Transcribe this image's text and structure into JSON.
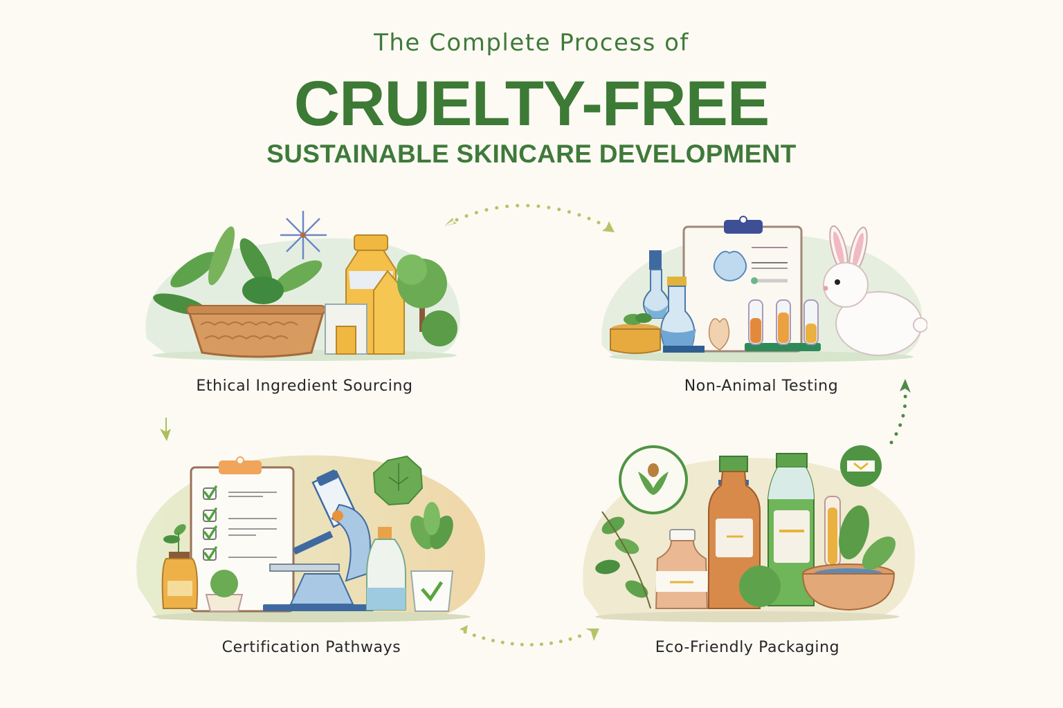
{
  "header": {
    "pretitle": "The Complete Process of",
    "title": "CRUELTY-FREE",
    "subtitle": "SUSTAINABLE SKINCARE DEVELOPMENT"
  },
  "colors": {
    "background": "#fdfaf4",
    "title_green": "#3c7a35",
    "label_text": "#262626",
    "connector_light": "#b5c46a",
    "connector_dark": "#4d8a46"
  },
  "steps": [
    {
      "label": "Ethical Ingredient Sourcing",
      "illustration": "basket-of-leaves-with-bottles-and-trees"
    },
    {
      "label": "Non-Animal Testing",
      "illustration": "clipboard-lab-flasks-test-tubes-and-rabbit"
    },
    {
      "label": "Certification Pathways",
      "illustration": "checklist-clipboard-microscope-and-plants"
    },
    {
      "label": "Eco-Friendly Packaging",
      "illustration": "amber-and-green-bottles-with-eco-badges"
    }
  ],
  "connectors": [
    {
      "from": "Ethical Ingredient Sourcing",
      "to": "Non-Animal Testing",
      "style": "dotted-arc-bidirectional"
    },
    {
      "from": "Eco-Friendly Packaging",
      "to": "Non-Animal Testing",
      "style": "dotted-arrow-up"
    },
    {
      "from": "Certification Pathways",
      "to": "Eco-Friendly Packaging",
      "style": "dotted-arc-bidirectional"
    },
    {
      "from": "Ethical Ingredient Sourcing",
      "to": "Certification Pathways",
      "style": "arrow-down"
    }
  ]
}
